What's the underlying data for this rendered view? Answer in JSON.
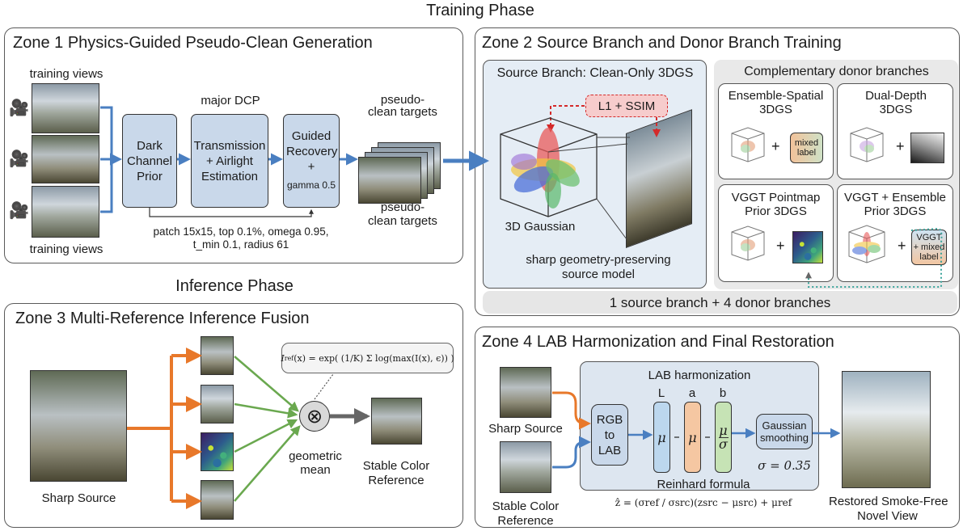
{
  "phases": {
    "training": "Training Phase",
    "inference": "Inference Phase"
  },
  "zone1": {
    "title": "Zone 1  Physics-Guided Pseudo-Clean Generation",
    "views_top": "training views",
    "views_bottom": "training views",
    "major_dcp": "major DCP",
    "dark_channel": "Dark Channel Prior",
    "transmission": "Transmission + Airlight Estimation",
    "guided": "Guided Recovery +",
    "gamma": "gamma 0.5",
    "params_line1": "patch 15x15, top 0.1%, omega 0.95,",
    "params_line2": "t_min 0.1, radius 61",
    "targets_top": "pseudo-clean targets",
    "targets_bottom": "pseudo-clean targets"
  },
  "zone2": {
    "title": "Zone 2    Source Branch and Donor Branch Training",
    "source_title": "Source Branch: Clean-Only 3DGS",
    "loss": "L1 + SSIM",
    "gaussian_label": "3D Gaussian",
    "source_caption_1": "sharp geometry-preserving",
    "source_caption_2": "source model",
    "donor_title": "Complementary donor branches",
    "donors": [
      {
        "title": "Ensemble-Spatial 3DGS",
        "chip": "mixed label"
      },
      {
        "title": "Dual-Depth 3DGS",
        "chip": ""
      },
      {
        "title": "VGGT Pointmap Prior 3DGS",
        "chip": ""
      },
      {
        "title": "VGGT + Ensemble Prior 3DGS",
        "chip": "VGGT + mixed label"
      }
    ],
    "plus": "+",
    "footer": "1 source branch + 4 donor branches"
  },
  "zone3": {
    "title": "Zone 3       Multi-Reference Inference Fusion",
    "formula_lhs": "I",
    "formula_body": "(x) = exp( (1/K) Σ log(max(I(x), ϵ)) )",
    "sharp_source": "Sharp Source",
    "geo_line1": "geometric",
    "geo_line2": "mean",
    "stable_1": "Stable Color",
    "stable_2": "Reference"
  },
  "zone4": {
    "title": "Zone 4   LAB Harmonization and Final Restoration",
    "sharp_source": "Sharp Source",
    "stable_1": "Stable Color",
    "stable_2": "Reference",
    "lab_title": "LAB harmonization",
    "rgb_lab": "RGB to LAB",
    "channel_L": "L",
    "channel_a": "a",
    "channel_b": "b",
    "mu": "μ",
    "sigma": "σ",
    "gaussian": "Gaussian smoothing",
    "sigma_value": "σ = 0.35",
    "reinhard": "Reinhard formula",
    "reinhard_formula": "ẑ = (σref / σsrc)(zsrc − μsrc) + μref",
    "restored_1": "Restored Smoke-Free",
    "restored_2": "Novel View"
  },
  "colors": {
    "box_blue": "#c9d8ea",
    "arrow_blue": "#4a7fc1",
    "arrow_orange": "#e8782a",
    "arrow_green": "#6aa84f",
    "dotted_teal": "#3aa39a"
  }
}
